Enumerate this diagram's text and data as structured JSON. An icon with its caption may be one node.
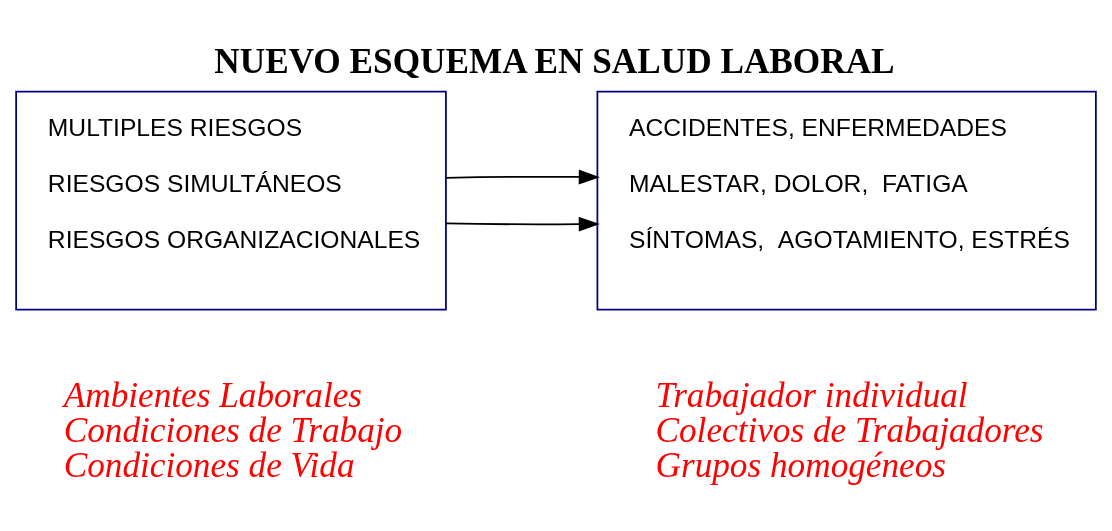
{
  "diagram": {
    "title": "NUEVO ESQUEMA EN SALUD LABORAL",
    "nodes": [
      {
        "text": [
          "MULTIPLES RIESGOS",
          "RIESGOS SIMULTÁNEOS",
          "RIESGOS ORGANIZACIONALES"
        ],
        "beside": [
          "Ambientes Laborales",
          "Condiciones de Trabajo",
          "Condiciones de Vida"
        ]
      },
      {
        "text": [
          "ACCIDENTES, ENFERMEDADES",
          "MALESTAR, DOLOR,  FATIGA",
          "SÍNTOMAS,  AGOTAMIENTO, ESTRÉS"
        ],
        "beside": [
          "Trabajador individual",
          "Colectivos de Trabajadores",
          "Grupos homogéneos"
        ]
      }
    ],
    "edges": [
      {
        "from": 0,
        "to": 1,
        "arrow": "to"
      },
      {
        "from": 0,
        "to": 1,
        "arrow": "to"
      }
    ]
  }
}
